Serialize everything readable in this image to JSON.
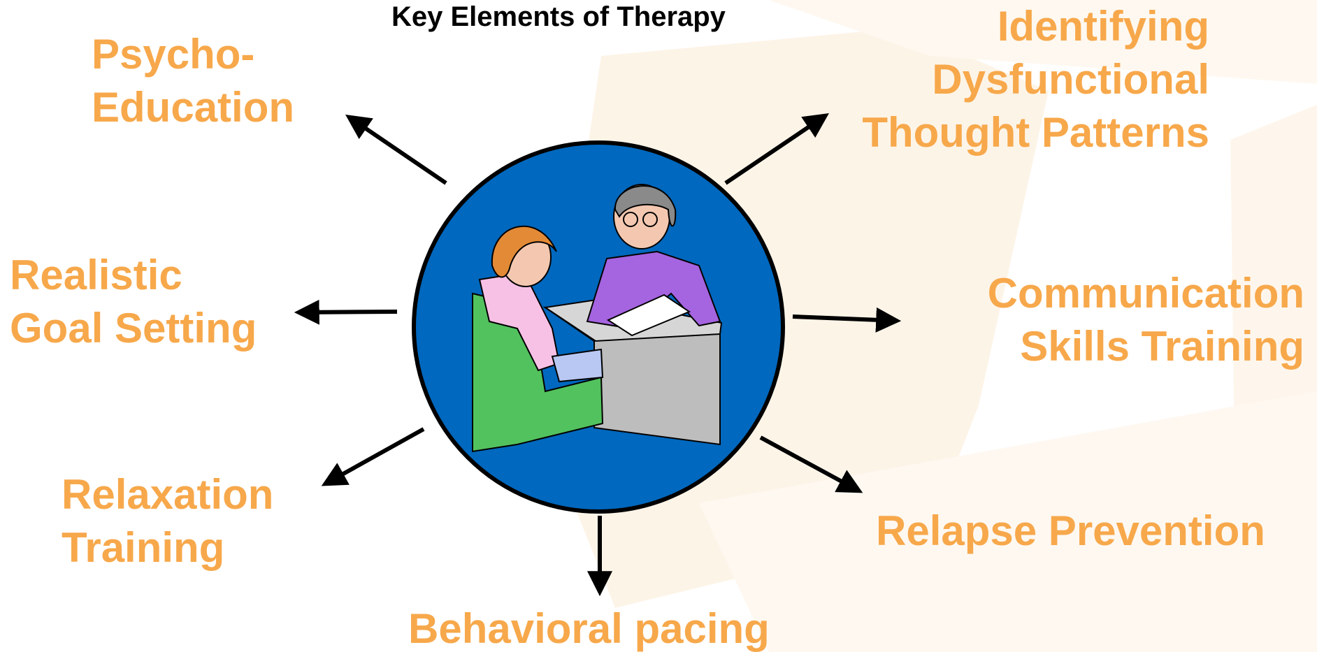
{
  "title": "Key Elements of Therapy",
  "colors": {
    "accent": "#F7A84B",
    "center_circle": "#0068BE",
    "arrow": "#000000",
    "background_shape": "#FDF3E6"
  },
  "center_image": "therapist-and-client-clipart",
  "elements": {
    "psycho_education": {
      "line1": "Psycho-",
      "line2": "Education"
    },
    "identifying": {
      "line1": "Identifying",
      "line2": "Dysfunctional",
      "line3": "Thought Patterns"
    },
    "realistic_goal_setting": {
      "line1": "Realistic",
      "line2": "Goal Setting"
    },
    "communication": {
      "line1": "Communication",
      "line2": "Skills Training"
    },
    "relaxation": {
      "line1": "Relaxation",
      "line2": "Training"
    },
    "relapse_prevention": {
      "line1": "Relapse Prevention"
    },
    "behavioral_pacing": {
      "line1": "Behavioral pacing"
    }
  }
}
